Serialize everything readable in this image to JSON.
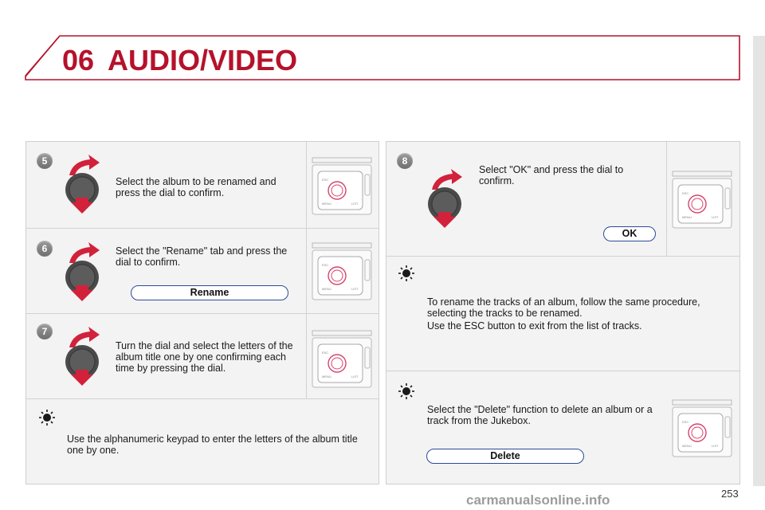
{
  "header": {
    "chapter_number": "06",
    "chapter_title": "AUDIO/VIDEO"
  },
  "colors": {
    "accent": "#b5122b",
    "pill_border": "#2d4a9a",
    "panel_bg": "#f3f3f3",
    "badge": "#808080"
  },
  "left_panel": {
    "steps": [
      {
        "number": "5",
        "text": "Select the album to be renamed and press the dial to confirm."
      },
      {
        "number": "6",
        "text": "Select the \"Rename\" tab and press the dial to confirm.",
        "button": "Rename"
      },
      {
        "number": "7",
        "text": "Turn the dial and select the letters of the album title one by one confirming each time by pressing the dial."
      }
    ],
    "tip": {
      "icon": "sun-tip-icon",
      "text": "Use the alphanumeric keypad to enter the letters of the album title one by one."
    }
  },
  "right_panel": {
    "step8": {
      "number": "8",
      "text": "Select \"OK\" and press the dial to confirm.",
      "button": "OK"
    },
    "tip1": {
      "icon": "sun-tip-icon",
      "line1": "To rename the tracks of an album, follow the same procedure, selecting the tracks to be renamed.",
      "line2": "Use the ESC button to exit from the list of tracks."
    },
    "tip2": {
      "icon": "sun-tip-icon",
      "text": "Select the \"Delete\" function to delete an album or a track from the Jukebox.",
      "button": "Delete"
    }
  },
  "radio_labels": {
    "esc": "ESC",
    "menu": "MENU",
    "list": "LIST"
  },
  "footer": {
    "page_number": "253",
    "watermark": "carmanualsonline.info"
  }
}
